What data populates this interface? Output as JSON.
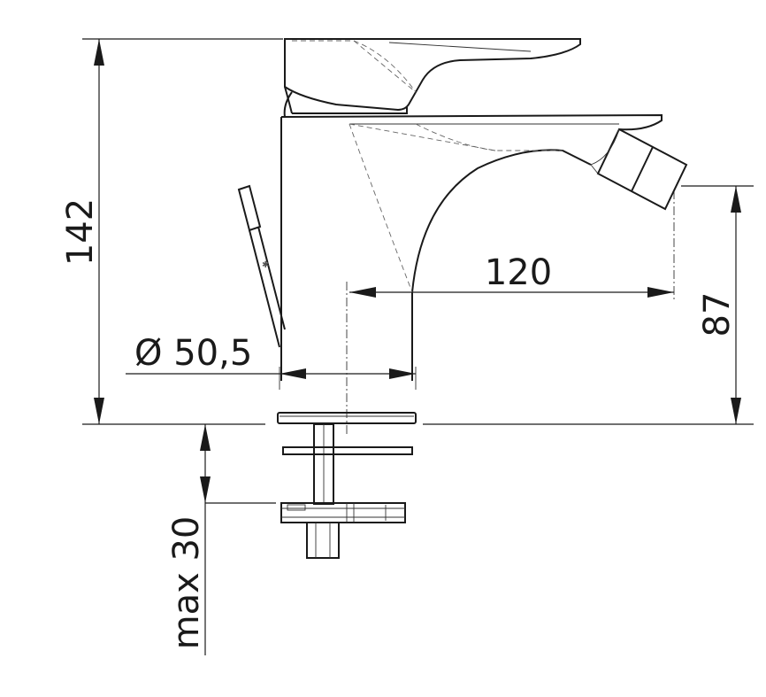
{
  "dimensions": {
    "overall_height": "142",
    "spout_outlet_height": "87",
    "spout_reach": "120",
    "body_diameter": "Ø 50,5",
    "max_deck_thickness": "max 30"
  }
}
